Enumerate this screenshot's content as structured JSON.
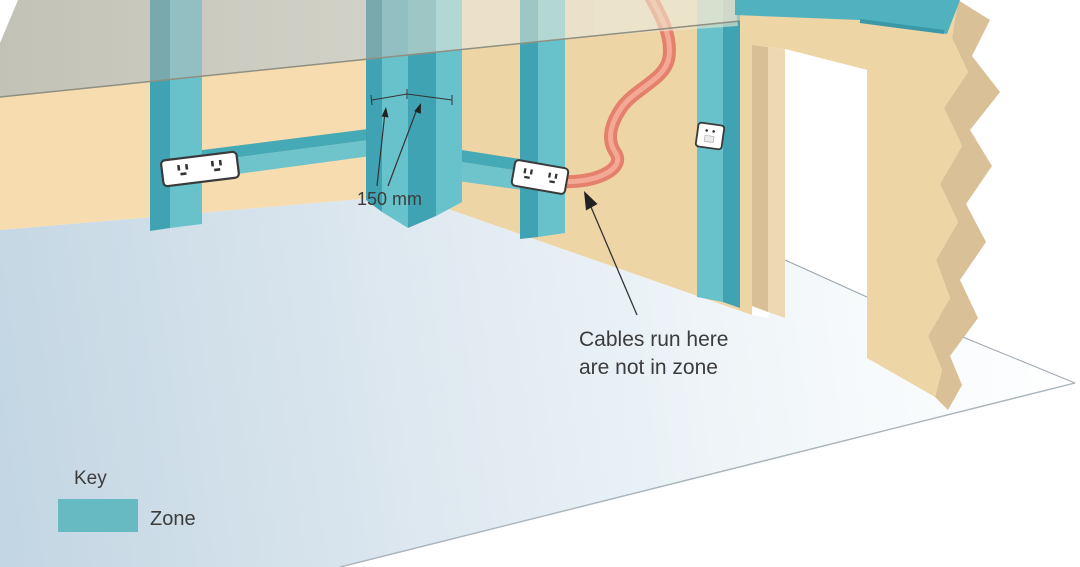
{
  "diagram": {
    "type": "electrical-cable-safe-zones-room-illustration",
    "annotations": {
      "dimension_label": "150 mm",
      "cable_note_line1": "Cables run here",
      "cable_note_line2": "are not in zone"
    },
    "key": {
      "heading": "Key",
      "items": [
        {
          "label": "Zone",
          "swatch_color": "#68bac2"
        }
      ]
    },
    "elements": {
      "sockets": [
        "double-socket-left-wall",
        "double-socket-right-wall",
        "light-switch-right-wall"
      ],
      "door": "open-doorway-right-wall",
      "cable": "red-cable-outside-zone"
    }
  },
  "colors": {
    "zone_dark": "#3fa3b3",
    "zone_light": "#68c2cc",
    "zone_band_dark": "#46a9b6",
    "zone_band_light": "#6fc3cb",
    "zone_muted_dark_gray": "#79a8ad",
    "zone_muted_light_gray": "#92bfc2",
    "zone_muted_dark_washed": "#9dc6c4",
    "zone_muted_light_washed": "#b3d7d2",
    "zone_top_band": "#4fb2be",
    "wall_left": "#f6dcae",
    "wall_right": "#eed5a6",
    "wall_upper_left_a": "#c2c2b6",
    "wall_upper_left_b": "#d3d3c9",
    "wall_upper_right": "#ebe1ca",
    "door_jamb_dark": "#d8bf95",
    "door_jamb_light": "#ecd9b2",
    "torn_shadow": "#d9c096",
    "cable_outer": "#e4806b",
    "cable_inner": "#f3a995",
    "floor_deep": "#c3d6e3",
    "floor_mid": "#e2ebf2",
    "floor_pale": "#ffffff",
    "socket_outline": "#333333",
    "key_swatch": "#68bac2",
    "text": "#3c3c3c"
  }
}
